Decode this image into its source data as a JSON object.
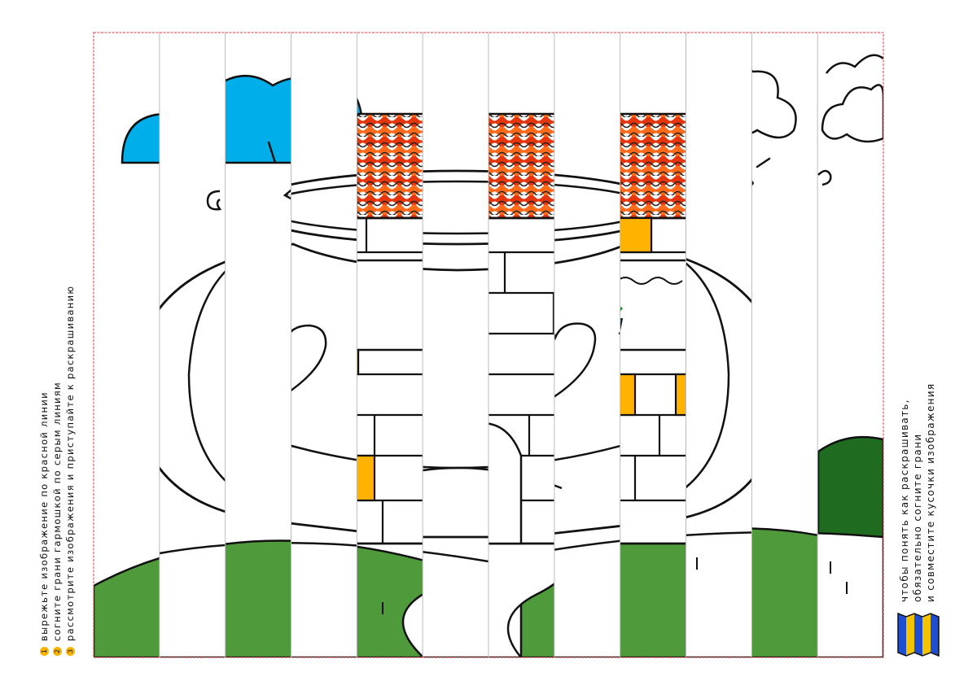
{
  "instructions": [
    {
      "num": "1",
      "text": "вырежьте изображение по красной линии"
    },
    {
      "num": "2",
      "text": "согните грани гармошкой по серым линиям"
    },
    {
      "num": "3",
      "text": "рассмотрите изображения и приступайте к раскрашиванию"
    }
  ],
  "hint": {
    "line1": "чтобы понять как раскрашивать,",
    "line2": "обязательно согните грани",
    "line3": "и совместите кусочки изображения"
  },
  "strips": {
    "count": 12,
    "image_a": "lighthouse-picture",
    "image_b": "pumpkin-pot-picture"
  },
  "icons": {
    "fold": "accordion-fold-icon"
  },
  "colors": {
    "cut_line": "#e23a3a",
    "fold_line": "#bbbbbb",
    "sky": "#00aeea",
    "grass": "#4f9a3b",
    "dark_grass": "#1f6b1f",
    "roof_red": "#e4350c",
    "roof_orange": "#ff6a1a",
    "window_yellow": "#ffb300",
    "pot_blue": "#1e73c8",
    "icon_blue": "#1f4fd0",
    "icon_yellow": "#f5c400"
  }
}
